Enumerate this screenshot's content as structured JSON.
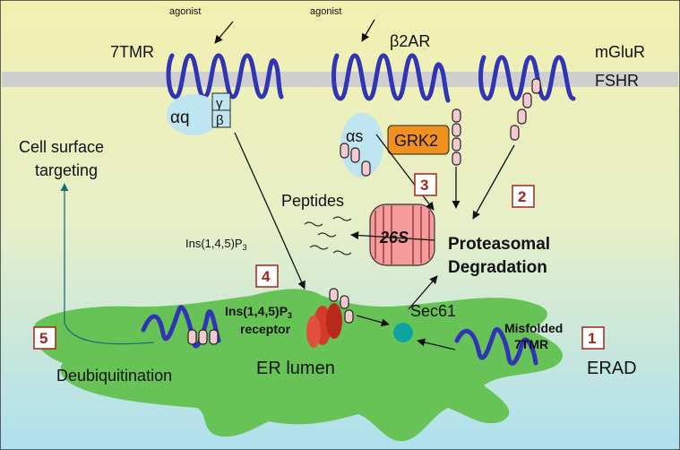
{
  "labels": {
    "agonist_left": "agonist",
    "agonist_right": "agonist",
    "receptor_7tmr": "7TMR",
    "receptor_b2ar": "β2AR",
    "receptor_mglur": "mGluR",
    "receptor_fshr": "FSHR",
    "alpha_q": "αq",
    "gamma": "γ",
    "beta": "β",
    "alpha_s": "αs",
    "grk2": "GRK2",
    "cell_surface_line1": "Cell surface",
    "cell_surface_line2": "targeting",
    "peptides": "Peptides",
    "proteasome": "26S",
    "proteasomal_line1": "Proteasomal",
    "proteasomal_line2": "Degradation",
    "ip3": "Ins(1,4,5)P",
    "ip3_sub": "3",
    "ip3r_line1": "Ins(1,4,5)P",
    "ip3r_line1_sub": "3",
    "ip3r_line2": "receptor",
    "sec61": "Sec61",
    "misfolded_line1": "Misfolded",
    "misfolded_line2": "7TMR",
    "er_lumen": "ER lumen",
    "erad": "ERAD",
    "deubiquitination": "Deubiquitination"
  },
  "pathway_numbers": [
    "1",
    "2",
    "3",
    "4",
    "5"
  ],
  "colors": {
    "background_top": "#f3f0b0",
    "background_bottom": "#aee0ee",
    "membrane": "#cfcfcf",
    "receptor": "#2f35b5",
    "er": "#68c357",
    "g_protein": "#bfe6f0",
    "grk2": "#f0901e",
    "proteasome": "#f49b9b",
    "ip3_receptor": "#d23a2a",
    "sec61": "#0fa3a0",
    "ubiquitin": "#f6c9d2",
    "number_box": "#a0261e"
  }
}
